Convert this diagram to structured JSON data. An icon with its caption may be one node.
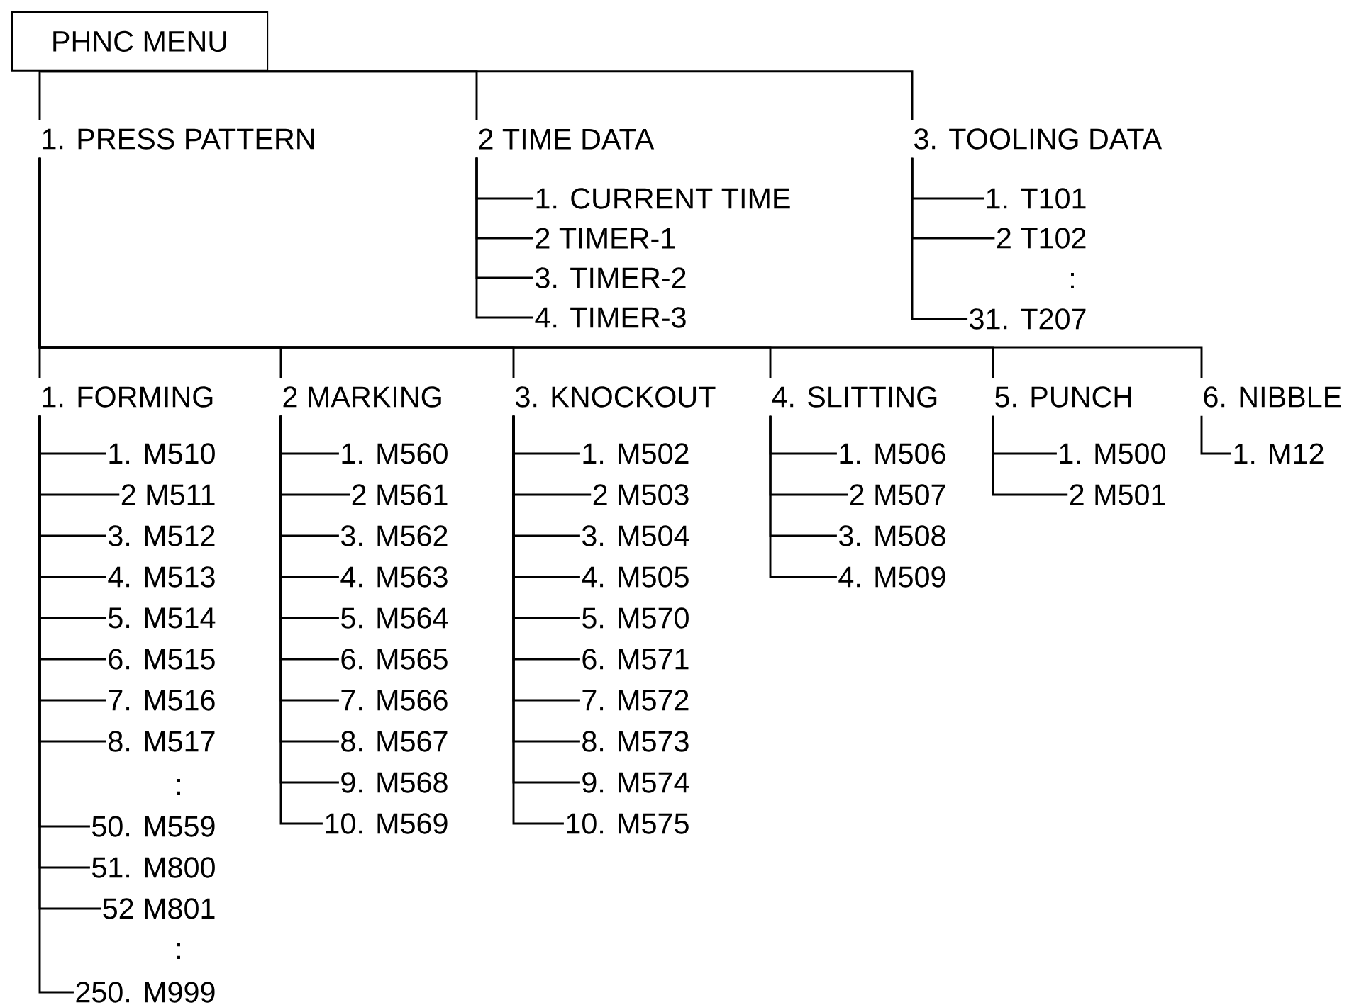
{
  "diagram": {
    "nodes": [
      {
        "text": [
          "PHNC MENU"
        ]
      },
      {
        "text": [
          "1. PRESS PATTERN"
        ]
      },
      {
        "text": [
          "2 TIME DATA"
        ]
      },
      {
        "text": [
          "3. TOOLING DATA"
        ]
      },
      {
        "text": [
          "1. CURRENT TIME"
        ]
      },
      {
        "text": [
          "2 TIMER-1"
        ]
      },
      {
        "text": [
          "3. TIMER-2"
        ]
      },
      {
        "text": [
          "4. TIMER-3"
        ]
      },
      {
        "text": [
          "1. T101"
        ]
      },
      {
        "text": [
          "2 T102"
        ]
      },
      {
        "text": [
          "31. T207"
        ]
      },
      {
        "text": [
          "1. FORMING"
        ]
      },
      {
        "text": [
          "2 MARKING"
        ]
      },
      {
        "text": [
          "3. KNOCKOUT"
        ]
      },
      {
        "text": [
          "4. SLITTING"
        ]
      },
      {
        "text": [
          "5. PUNCH"
        ]
      },
      {
        "text": [
          "6. NIBBLE"
        ]
      },
      {
        "text": [
          "1. M510"
        ]
      },
      {
        "text": [
          "2 M511"
        ]
      },
      {
        "text": [
          "3. M512"
        ]
      },
      {
        "text": [
          "4. M513"
        ]
      },
      {
        "text": [
          "5. M514"
        ]
      },
      {
        "text": [
          "6. M515"
        ]
      },
      {
        "text": [
          "7. M516"
        ]
      },
      {
        "text": [
          "8. M517"
        ]
      },
      {
        "text": [
          "50. M559"
        ]
      },
      {
        "text": [
          "51. M800"
        ]
      },
      {
        "text": [
          "52 M801"
        ]
      },
      {
        "text": [
          "250. M999"
        ]
      },
      {
        "text": [
          "1. M560"
        ]
      },
      {
        "text": [
          "2 M561"
        ]
      },
      {
        "text": [
          "3. M562"
        ]
      },
      {
        "text": [
          "4. M563"
        ]
      },
      {
        "text": [
          "5. M564"
        ]
      },
      {
        "text": [
          "6. M565"
        ]
      },
      {
        "text": [
          "7. M566"
        ]
      },
      {
        "text": [
          "8. M567"
        ]
      },
      {
        "text": [
          "9. M568"
        ]
      },
      {
        "text": [
          "10. M569"
        ]
      },
      {
        "text": [
          "1. M502"
        ]
      },
      {
        "text": [
          "2 M503"
        ]
      },
      {
        "text": [
          "3. M504"
        ]
      },
      {
        "text": [
          "4. M505"
        ]
      },
      {
        "text": [
          "5. M570"
        ]
      },
      {
        "text": [
          "6. M571"
        ]
      },
      {
        "text": [
          "7. M572"
        ]
      },
      {
        "text": [
          "8. M573"
        ]
      },
      {
        "text": [
          "9. M574"
        ]
      },
      {
        "text": [
          "10. M575"
        ]
      },
      {
        "text": [
          "1. M506"
        ]
      },
      {
        "text": [
          "2 M507"
        ]
      },
      {
        "text": [
          "3. M508"
        ]
      },
      {
        "text": [
          "4. M509"
        ]
      },
      {
        "text": [
          "1. M500"
        ]
      },
      {
        "text": [
          "2 M501"
        ]
      },
      {
        "text": [
          "1. M12"
        ]
      }
    ],
    "edges": [
      {
        "from": 0,
        "to": 1,
        "arrow": "none"
      },
      {
        "from": 0,
        "to": 2,
        "arrow": "none"
      },
      {
        "from": 0,
        "to": 3,
        "arrow": "none"
      },
      {
        "from": 2,
        "to": 4,
        "arrow": "none"
      },
      {
        "from": 2,
        "to": 5,
        "arrow": "none"
      },
      {
        "from": 2,
        "to": 6,
        "arrow": "none"
      },
      {
        "from": 2,
        "to": 7,
        "arrow": "none"
      },
      {
        "from": 3,
        "to": 8,
        "arrow": "none"
      },
      {
        "from": 3,
        "to": 9,
        "arrow": "none"
      },
      {
        "from": 3,
        "to": 10,
        "arrow": "none"
      },
      {
        "from": 1,
        "to": 11,
        "arrow": "none"
      },
      {
        "from": 1,
        "to": 12,
        "arrow": "none"
      },
      {
        "from": 1,
        "to": 13,
        "arrow": "none"
      },
      {
        "from": 1,
        "to": 14,
        "arrow": "none"
      },
      {
        "from": 1,
        "to": 15,
        "arrow": "none"
      },
      {
        "from": 1,
        "to": 16,
        "arrow": "none"
      },
      {
        "from": 11,
        "to": 17,
        "arrow": "none"
      },
      {
        "from": 11,
        "to": 18,
        "arrow": "none"
      },
      {
        "from": 11,
        "to": 19,
        "arrow": "none"
      },
      {
        "from": 11,
        "to": 20,
        "arrow": "none"
      },
      {
        "from": 11,
        "to": 21,
        "arrow": "none"
      },
      {
        "from": 11,
        "to": 22,
        "arrow": "none"
      },
      {
        "from": 11,
        "to": 23,
        "arrow": "none"
      },
      {
        "from": 11,
        "to": 24,
        "arrow": "none"
      },
      {
        "from": 11,
        "to": 25,
        "arrow": "none"
      },
      {
        "from": 11,
        "to": 26,
        "arrow": "none"
      },
      {
        "from": 11,
        "to": 27,
        "arrow": "none"
      },
      {
        "from": 11,
        "to": 28,
        "arrow": "none"
      },
      {
        "from": 12,
        "to": 29,
        "arrow": "none"
      },
      {
        "from": 12,
        "to": 30,
        "arrow": "none"
      },
      {
        "from": 12,
        "to": 31,
        "arrow": "none"
      },
      {
        "from": 12,
        "to": 32,
        "arrow": "none"
      },
      {
        "from": 12,
        "to": 33,
        "arrow": "none"
      },
      {
        "from": 12,
        "to": 34,
        "arrow": "none"
      },
      {
        "from": 12,
        "to": 35,
        "arrow": "none"
      },
      {
        "from": 12,
        "to": 36,
        "arrow": "none"
      },
      {
        "from": 12,
        "to": 37,
        "arrow": "none"
      },
      {
        "from": 12,
        "to": 38,
        "arrow": "none"
      },
      {
        "from": 13,
        "to": 39,
        "arrow": "none"
      },
      {
        "from": 13,
        "to": 40,
        "arrow": "none"
      },
      {
        "from": 13,
        "to": 41,
        "arrow": "none"
      },
      {
        "from": 13,
        "to": 42,
        "arrow": "none"
      },
      {
        "from": 13,
        "to": 43,
        "arrow": "none"
      },
      {
        "from": 13,
        "to": 44,
        "arrow": "none"
      },
      {
        "from": 13,
        "to": 45,
        "arrow": "none"
      },
      {
        "from": 13,
        "to": 46,
        "arrow": "none"
      },
      {
        "from": 13,
        "to": 47,
        "arrow": "none"
      },
      {
        "from": 13,
        "to": 48,
        "arrow": "none"
      },
      {
        "from": 14,
        "to": 49,
        "arrow": "none"
      },
      {
        "from": 14,
        "to": 50,
        "arrow": "none"
      },
      {
        "from": 14,
        "to": 51,
        "arrow": "none"
      },
      {
        "from": 14,
        "to": 52,
        "arrow": "none"
      },
      {
        "from": 15,
        "to": 53,
        "arrow": "none"
      },
      {
        "from": 15,
        "to": 54,
        "arrow": "none"
      },
      {
        "from": 16,
        "to": 55,
        "arrow": "none"
      }
    ],
    "labels": [
      ":",
      ":",
      ":"
    ]
  }
}
